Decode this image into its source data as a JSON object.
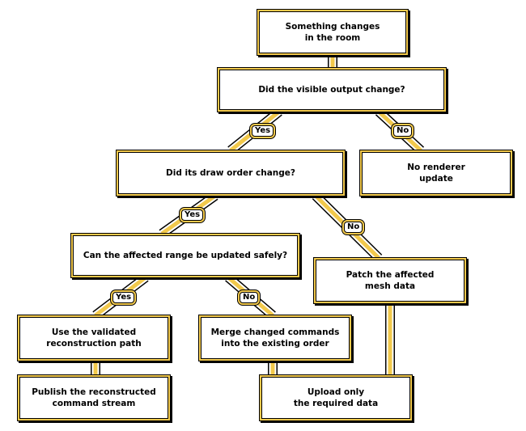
{
  "colors": {
    "fill": "#ffffff",
    "border": "#f2c94c",
    "outline": "#000000"
  },
  "nodes": {
    "start": "Something changes\nin the room",
    "visible": "Did the visible output change?",
    "no_update": "No renderer\nupdate",
    "draw_order": "Did its draw order change?",
    "safe_range": "Can the affected range be updated safely?",
    "patch": "Patch the affected\nmesh data",
    "validated": "Use the validated\nreconstruction path",
    "merge": "Merge changed commands\ninto the existing order",
    "publish": "Publish the reconstructed\ncommand stream",
    "upload": "Upload only\nthe required data"
  },
  "labels": {
    "yes": "Yes",
    "no": "No"
  }
}
